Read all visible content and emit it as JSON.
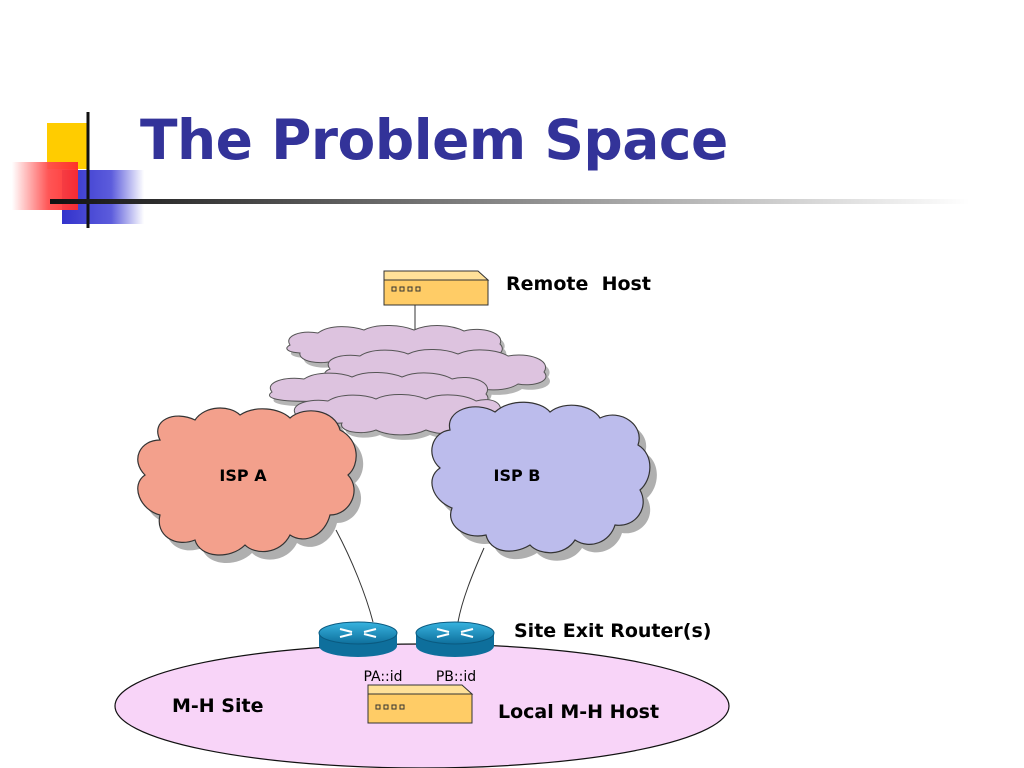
{
  "slide": {
    "title": "The Problem Space"
  },
  "diagram": {
    "remote_host_label": "Remote  Host",
    "isp_a_label": "ISP A",
    "isp_b_label": "ISP B",
    "site_exit_routers_label": "Site Exit Router(s)",
    "prefix_a_label": "PA::id",
    "prefix_b_label": "PB::id",
    "mh_site_label": "M-H Site",
    "local_host_label": "Local M-H Host"
  },
  "colors": {
    "title": "#333399",
    "accent_yellow": "#FFCC00",
    "accent_red": "#FF3333",
    "accent_blue": "#3333CC",
    "host_box": "#FFCC66",
    "internet_cloud": "#DDC3DF",
    "isp_a_cloud": "#F3A08C",
    "isp_b_cloud": "#BCBCEC",
    "site_ellipse": "#F8D4F8",
    "router": "#1E9ACB"
  }
}
